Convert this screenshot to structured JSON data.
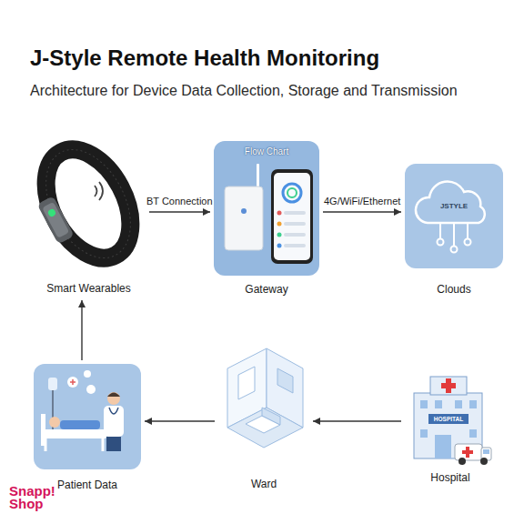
{
  "diagram": {
    "title": "J-Style Remote Health Monitoring",
    "nodes": [
      {
        "text": [
          "Smart Wearables"
        ]
      },
      {
        "text": [
          "Flow Chart",
          "Gateway"
        ]
      },
      {
        "text": [
          "Clouds"
        ]
      },
      {
        "text": [
          "Patient Data"
        ]
      },
      {
        "text": [
          "Ward"
        ]
      },
      {
        "text": [
          "Hospital"
        ]
      }
    ],
    "edges": [
      {
        "from": 0,
        "to": 1,
        "label": "BT Connection",
        "arrow": "to"
      },
      {
        "from": 1,
        "to": 2,
        "label": "4G/WiFi/Ethernet",
        "arrow": "to"
      },
      {
        "from": 5,
        "to": 4,
        "arrow": "to"
      },
      {
        "from": 4,
        "to": 3,
        "arrow": "to"
      },
      {
        "from": 3,
        "to": 0,
        "arrow": "to"
      }
    ],
    "labels": [
      "Architecture for Device Data Collection, Storage and Transmission",
      "JSTYLE",
      "HOSPITAL",
      "Snapp! Shop"
    ]
  }
}
